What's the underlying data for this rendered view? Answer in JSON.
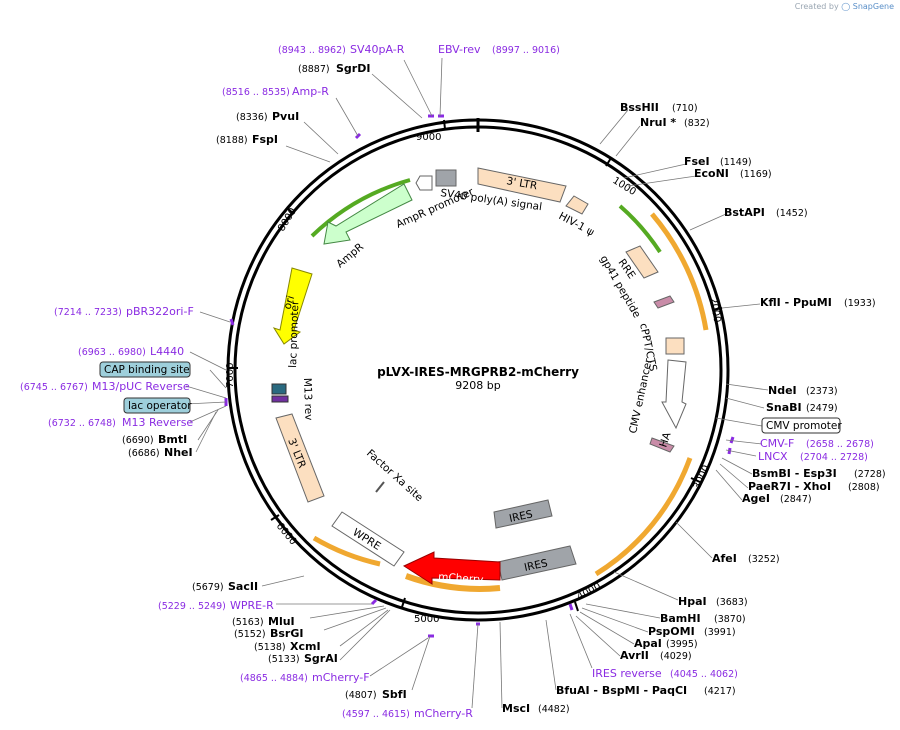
{
  "watermark": {
    "prefix": "Created by",
    "brand": "SnapGene"
  },
  "plasmid": {
    "name": "pLVX-IRES-MRGPRB2-mCherry",
    "length_label": "9208 bp",
    "length": 9208
  },
  "ticks": [
    "1000",
    "2000",
    "3000",
    "4000",
    "5000",
    "6000",
    "7000",
    "8000",
    "9000"
  ],
  "restriction_sites": [
    {
      "name": "BssHII",
      "pos": "(710)"
    },
    {
      "name": "NruI *",
      "pos": "(832)"
    },
    {
      "name": "FseI",
      "pos": "(1149)"
    },
    {
      "name": "EcoNI",
      "pos": "(1169)"
    },
    {
      "name": "BstAPI",
      "pos": "(1452)"
    },
    {
      "name": "KflI - PpuMI",
      "pos": "(1933)"
    },
    {
      "name": "NdeI",
      "pos": "(2373)"
    },
    {
      "name": "SnaBI",
      "pos": "(2479)"
    },
    {
      "name": "BsmBI - Esp3I",
      "pos": "(2728)"
    },
    {
      "name": "PaeR7I - XhoI",
      "pos": "(2808)"
    },
    {
      "name": "AgeI",
      "pos": "(2847)"
    },
    {
      "name": "AfeI",
      "pos": "(3252)"
    },
    {
      "name": "HpaI",
      "pos": "(3683)"
    },
    {
      "name": "BamHI",
      "pos": "(3870)"
    },
    {
      "name": "PspOMI",
      "pos": "(3991)"
    },
    {
      "name": "ApaI",
      "pos": "(3995)"
    },
    {
      "name": "AvrII",
      "pos": "(4029)"
    },
    {
      "name": "BfuAI - BspMI - PaqCI",
      "pos": "(4217)"
    },
    {
      "name": "MscI",
      "pos": "(4482)"
    },
    {
      "name": "SbfI",
      "pos": "(4807)"
    },
    {
      "name": "SgrAI",
      "pos": "(5133)"
    },
    {
      "name": "XcmI",
      "pos": "(5138)"
    },
    {
      "name": "BsrGI",
      "pos": "(5152)"
    },
    {
      "name": "MluI",
      "pos": "(5163)"
    },
    {
      "name": "SacII",
      "pos": "(5679)"
    },
    {
      "name": "NheI",
      "pos": "(6686)"
    },
    {
      "name": "BmtI",
      "pos": "(6690)"
    },
    {
      "name": "FspI",
      "pos": "(8188)"
    },
    {
      "name": "PvuI",
      "pos": "(8336)"
    },
    {
      "name": "SgrDI",
      "pos": "(8887)"
    }
  ],
  "primers": [
    {
      "name": "SV40pA-R",
      "pos": "(8943 .. 8962)"
    },
    {
      "name": "EBV-rev",
      "pos": "(8997 .. 9016)"
    },
    {
      "name": "Amp-R",
      "pos": "(8516 .. 8535)"
    },
    {
      "name": "pBR322ori-F",
      "pos": "(7214 .. 7233)"
    },
    {
      "name": "L4440",
      "pos": "(6963 .. 6980)"
    },
    {
      "name": "M13/pUC Reverse",
      "pos": "(6745 .. 6767)"
    },
    {
      "name": "M13 Reverse",
      "pos": "(6732 .. 6748)"
    },
    {
      "name": "CMV-F",
      "pos": "(2658 .. 2678)"
    },
    {
      "name": "LNCX",
      "pos": "(2704 .. 2728)"
    },
    {
      "name": "IRES reverse",
      "pos": "(4045 .. 4062)"
    },
    {
      "name": "WPRE-R",
      "pos": "(5229 .. 5249)"
    },
    {
      "name": "mCherry-F",
      "pos": "(4865 .. 4884)"
    },
    {
      "name": "mCherry-R",
      "pos": "(4597 .. 4615)"
    }
  ],
  "boxed_labels": [
    {
      "name": "CAP binding site",
      "fill": "#9ecfdb"
    },
    {
      "name": "lac operator",
      "fill": "#9ecfdb"
    },
    {
      "name": "CMV promoter",
      "fill": "#ffffff"
    }
  ],
  "features": [
    {
      "name": "3' LTR",
      "color": "#fcdfc0"
    },
    {
      "name": "HIV-1 ψ",
      "color": "#fcdfc0"
    },
    {
      "name": "RRE",
      "color": "#fcdfc0"
    },
    {
      "name": "gp41 peptide",
      "color": "#c98ca8"
    },
    {
      "name": "cPPT/CTS",
      "color": "#fcdfc0"
    },
    {
      "name": "CMV enhancer",
      "color": "#ffffff"
    },
    {
      "name": "HA",
      "color": "#c98ca8"
    },
    {
      "name": "IRES",
      "color": "#a0a4a9"
    },
    {
      "name": "IRES",
      "color": "#a0a4a9"
    },
    {
      "name": "mCherry",
      "color": "#ff0000"
    },
    {
      "name": "WPRE",
      "color": "#ffffff"
    },
    {
      "name": "3' LTR",
      "color": "#fcdfc0"
    },
    {
      "name": "lac promoter",
      "color": "#ffffff"
    },
    {
      "name": "M13 rev",
      "color": "#ffffff"
    },
    {
      "name": "ori",
      "color": "#ffff00"
    },
    {
      "name": "AmpR",
      "color": "#ccffcc"
    },
    {
      "name": "AmpR promoter",
      "color": "#ffffff"
    },
    {
      "name": "SV40 poly(A) signal",
      "color": "#a0a4a9"
    },
    {
      "name": "Factor Xa site",
      "color": "#ffffff"
    }
  ],
  "colors": {
    "primer": "#8a2be2",
    "orf_highlight": "#f0a830",
    "green_arc": "#55aa22"
  }
}
